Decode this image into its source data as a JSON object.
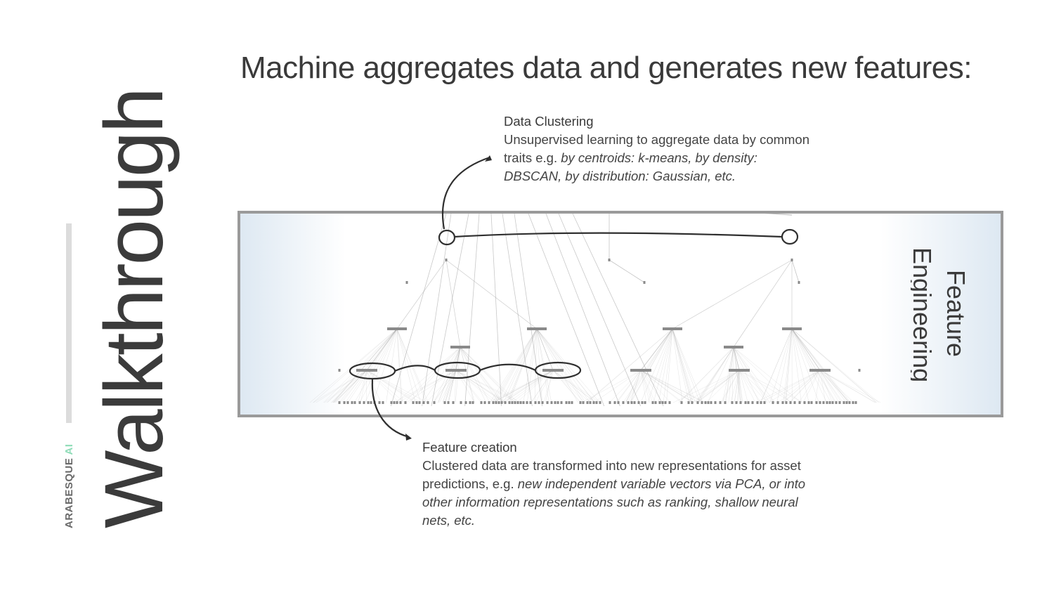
{
  "side": {
    "title": "Walkthrough",
    "brand_main": "ARABESQUE ",
    "brand_ai": "AI"
  },
  "title": "Machine aggregates data and generates new features:",
  "clustering": {
    "heading": "Data Clustering",
    "text_plain": "Unsupervised learning to aggregate data by common traits e.g. ",
    "text_italic": "by centroids: k-means, by density: DBSCAN, by distribution: Gaussian, etc."
  },
  "feature": {
    "heading": "Feature creation",
    "text_plain": "Clustered data are transformed into new representations for asset predictions, e.g. ",
    "text_italic": "new independent variable vectors via PCA, or into other information representations such as ranking, shallow neural nets, etc."
  },
  "diagram": {
    "label_line1": "Feature",
    "label_line2": "Engineering",
    "colors": {
      "frame": "#9a9a9a",
      "node": "#8a8a8a",
      "edge": "#9c9c9c",
      "annotation": "#2f2f2f",
      "gradient": "#dde8f2"
    }
  }
}
